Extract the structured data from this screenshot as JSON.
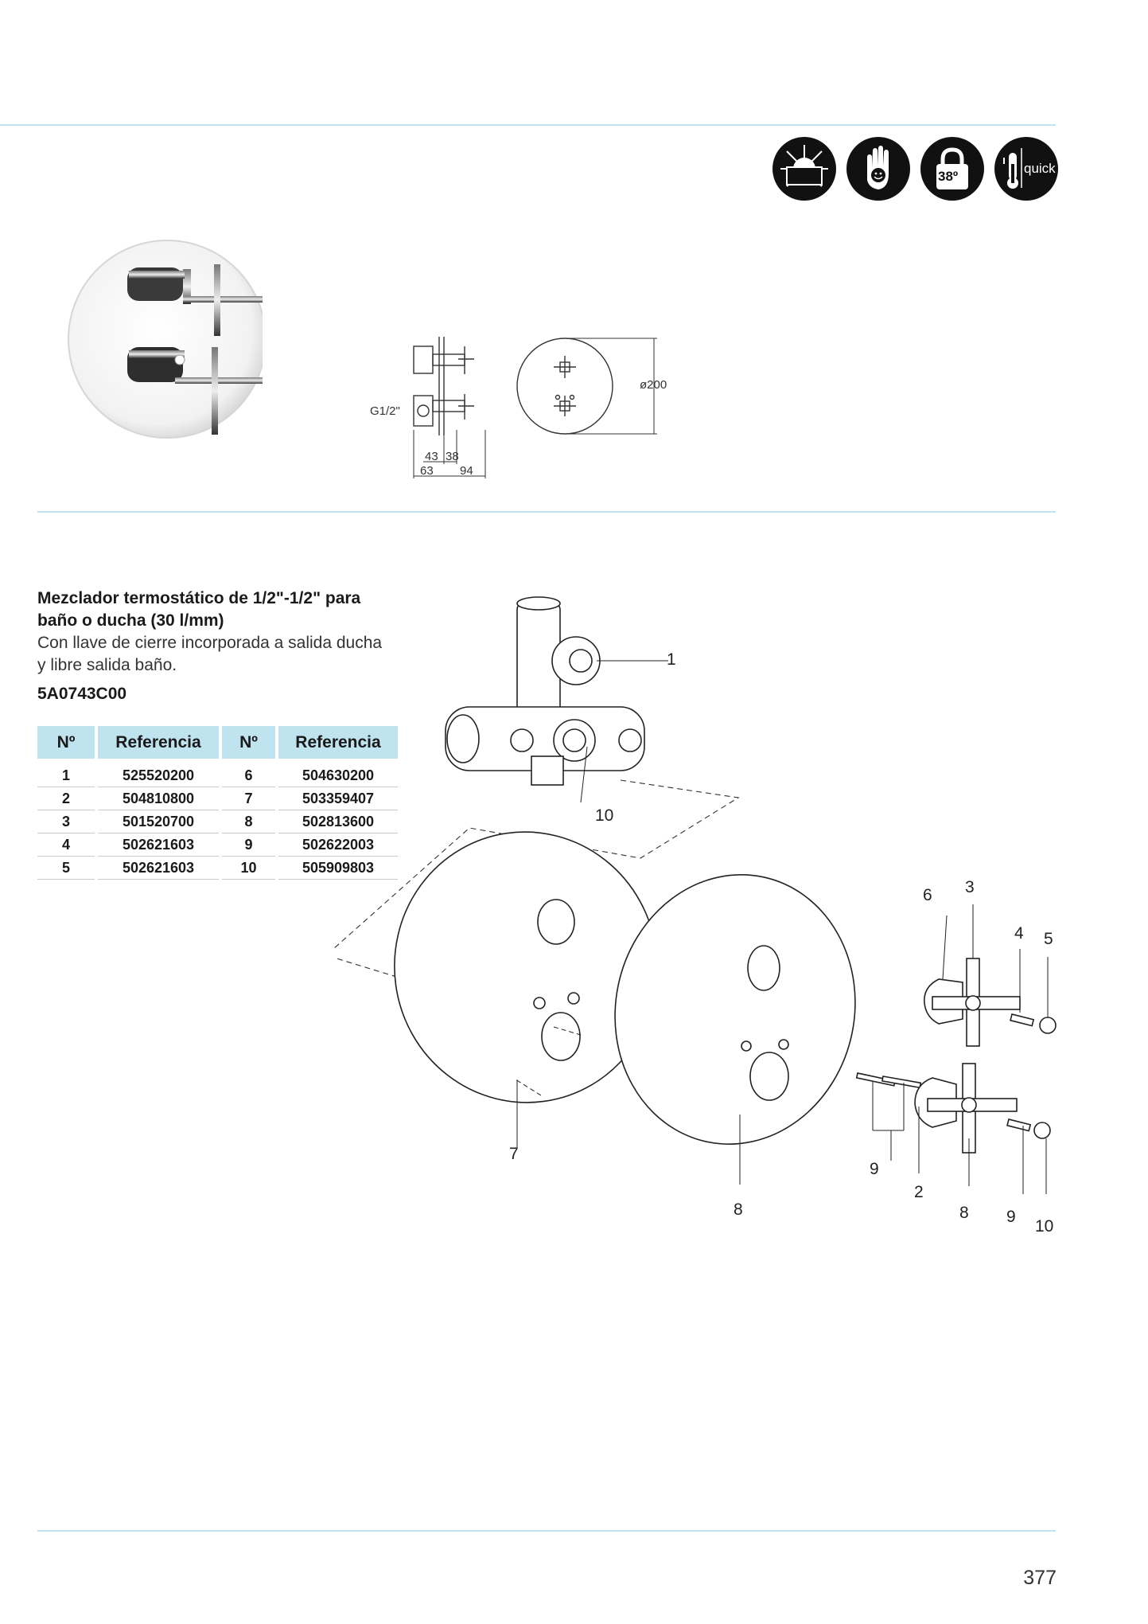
{
  "icons": [
    {
      "name": "sun-pressure-icon"
    },
    {
      "name": "hand-safety-icon"
    },
    {
      "name": "temperature-lock-icon",
      "label": "38º"
    },
    {
      "name": "quick-thermometer-icon",
      "label": "quick"
    }
  ],
  "dimensions": {
    "thread": "G1/2\"",
    "d1": "43",
    "d2": "38",
    "d3": "63",
    "d4": "94",
    "diameter": "ø200"
  },
  "product": {
    "title": "Mezclador termostático de 1/2\"-1/2\" para baño o ducha (30 l/mm)",
    "description": "Con llave de cierre incorporada a salida ducha y libre salida baño.",
    "code": "5A0743C00"
  },
  "table": {
    "headers": [
      "Nº",
      "Referencia",
      "Nº",
      "Referencia"
    ],
    "rows": [
      [
        "1",
        "525520200",
        "6",
        "504630200"
      ],
      [
        "2",
        "504810800",
        "7",
        "503359407"
      ],
      [
        "3",
        "501520700",
        "8",
        "502813600"
      ],
      [
        "4",
        "502621603",
        "9",
        "502622003"
      ],
      [
        "5",
        "502621603",
        "10",
        "505909803"
      ]
    ]
  },
  "callouts": {
    "c1": "1",
    "c10a": "10",
    "c6": "6",
    "c3": "3",
    "c4": "4",
    "c5": "5",
    "c7": "7",
    "c8a": "8",
    "c9a": "9",
    "c2": "2",
    "c8b": "8",
    "c9b": "9",
    "c10b": "10"
  },
  "page_number": "377"
}
